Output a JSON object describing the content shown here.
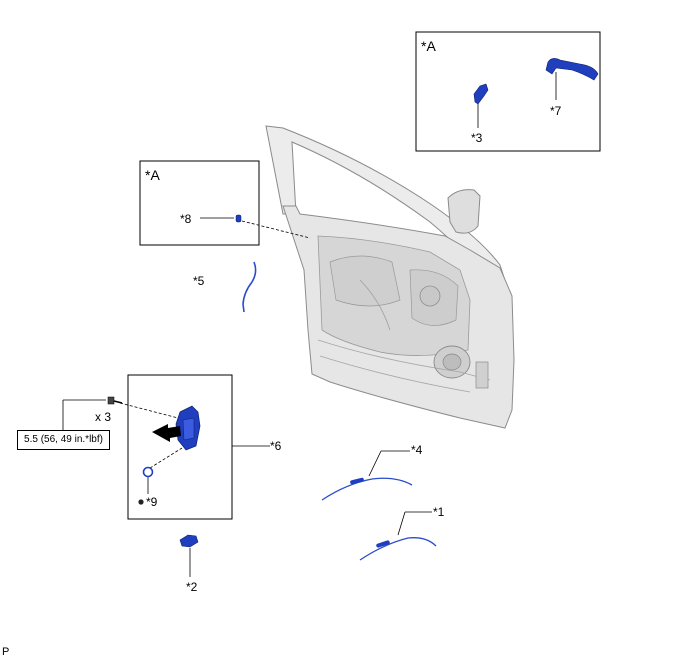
{
  "inset_top": {
    "title": "*A"
  },
  "inset_left": {
    "title": "*A"
  },
  "callouts": {
    "c1": "*1",
    "c2": "*2",
    "c3": "*3",
    "c4": "*4",
    "c5": "*5",
    "c6": "*6",
    "c7": "*7",
    "c8": "*8",
    "c9": "*9"
  },
  "fastener": {
    "quantity": "x 3",
    "torque": "5.5 (56, 49 in.*lbf)"
  },
  "footer_code": "P",
  "colors": {
    "part_blue": "#1f3fbf",
    "door_gray": "#e6e6e6",
    "line": "#000000"
  }
}
